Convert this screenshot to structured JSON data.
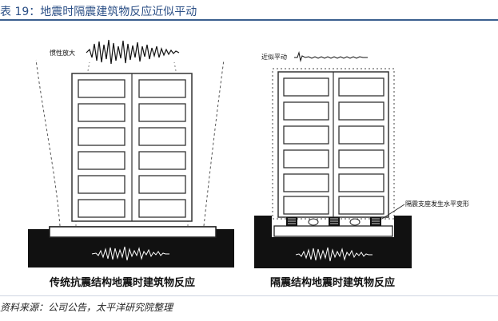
{
  "header": {
    "title": "表 19：地震时隔震建筑物反应近似平动"
  },
  "left_building": {
    "annotation": "惯性放大",
    "caption": "传统抗震结构地震时建筑物反应"
  },
  "right_building": {
    "annotation": "近似平动",
    "bearing_label": "隔震支座发生水平变形",
    "caption": "隔震结构地震时建筑物反应"
  },
  "footer": {
    "source": "资料来源：公司公告，太平洋研究院整理"
  }
}
